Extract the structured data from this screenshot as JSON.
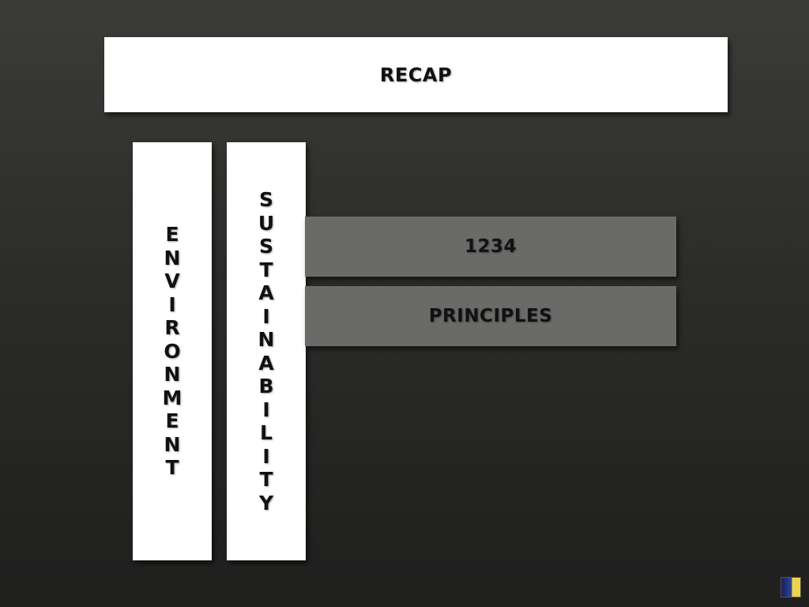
{
  "slide": {
    "title": "RECAP",
    "columns": [
      {
        "text": "ENVIRONMENT"
      },
      {
        "text": "SUSTAINABILITY"
      }
    ],
    "bars": [
      {
        "text": "1234"
      },
      {
        "text": "PRINCIPLES"
      }
    ]
  },
  "colors": {
    "background": "#2c2c2a",
    "box": "#ffffff",
    "bar": "#6a6a68",
    "text": "#111111"
  },
  "icons": {
    "logo": "logo-icon"
  }
}
